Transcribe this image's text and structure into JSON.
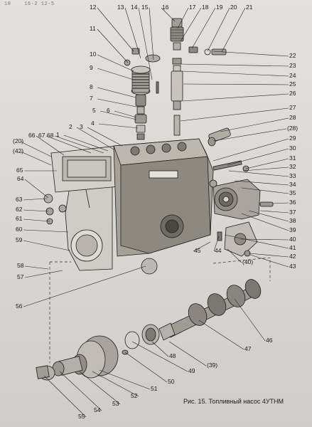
{
  "page": {
    "header_text": "18",
    "header_code": "16-2 12-5",
    "caption": "Рис. 15. Топливный насос 4УТНМ"
  },
  "callouts": [
    {
      "label": "12"
    },
    {
      "label": "13"
    },
    {
      "label": "14"
    },
    {
      "label": "15"
    },
    {
      "label": "16"
    },
    {
      "label": "17"
    },
    {
      "label": "18"
    },
    {
      "label": "19"
    },
    {
      "label": "20"
    },
    {
      "label": "21"
    },
    {
      "label": "11"
    },
    {
      "label": "10"
    },
    {
      "label": "9"
    },
    {
      "label": "8"
    },
    {
      "label": "7"
    },
    {
      "label": "6"
    },
    {
      "label": "5"
    },
    {
      "label": "4"
    },
    {
      "label": "3"
    },
    {
      "label": "2"
    },
    {
      "label": "1"
    },
    {
      "label": "68"
    },
    {
      "label": "67"
    },
    {
      "label": "66"
    },
    {
      "label": "(20)"
    },
    {
      "label": "(42)"
    },
    {
      "label": "65"
    },
    {
      "label": "64"
    },
    {
      "label": "63"
    },
    {
      "label": "62"
    },
    {
      "label": "61"
    },
    {
      "label": "60"
    },
    {
      "label": "59"
    },
    {
      "label": "58"
    },
    {
      "label": "57"
    },
    {
      "label": "56"
    },
    {
      "label": "22"
    },
    {
      "label": "23"
    },
    {
      "label": "24"
    },
    {
      "label": "25"
    },
    {
      "label": "26"
    },
    {
      "label": "27"
    },
    {
      "label": "28"
    },
    {
      "label": "(28)"
    },
    {
      "label": "29"
    },
    {
      "label": "30"
    },
    {
      "label": "31"
    },
    {
      "label": "32"
    },
    {
      "label": "33"
    },
    {
      "label": "34"
    },
    {
      "label": "35"
    },
    {
      "label": "36"
    },
    {
      "label": "37"
    },
    {
      "label": "38"
    },
    {
      "label": "39"
    },
    {
      "label": "40"
    },
    {
      "label": "41"
    },
    {
      "label": "42"
    },
    {
      "label": "43"
    },
    {
      "label": "(40)"
    },
    {
      "label": "44"
    },
    {
      "label": "45"
    },
    {
      "label": "46"
    },
    {
      "label": "47"
    },
    {
      "label": "48"
    },
    {
      "label": "49"
    },
    {
      "label": "(39)"
    },
    {
      "label": "50"
    },
    {
      "label": "51"
    },
    {
      "label": "52"
    },
    {
      "label": "53"
    },
    {
      "label": "54"
    },
    {
      "label": "55"
    }
  ]
}
